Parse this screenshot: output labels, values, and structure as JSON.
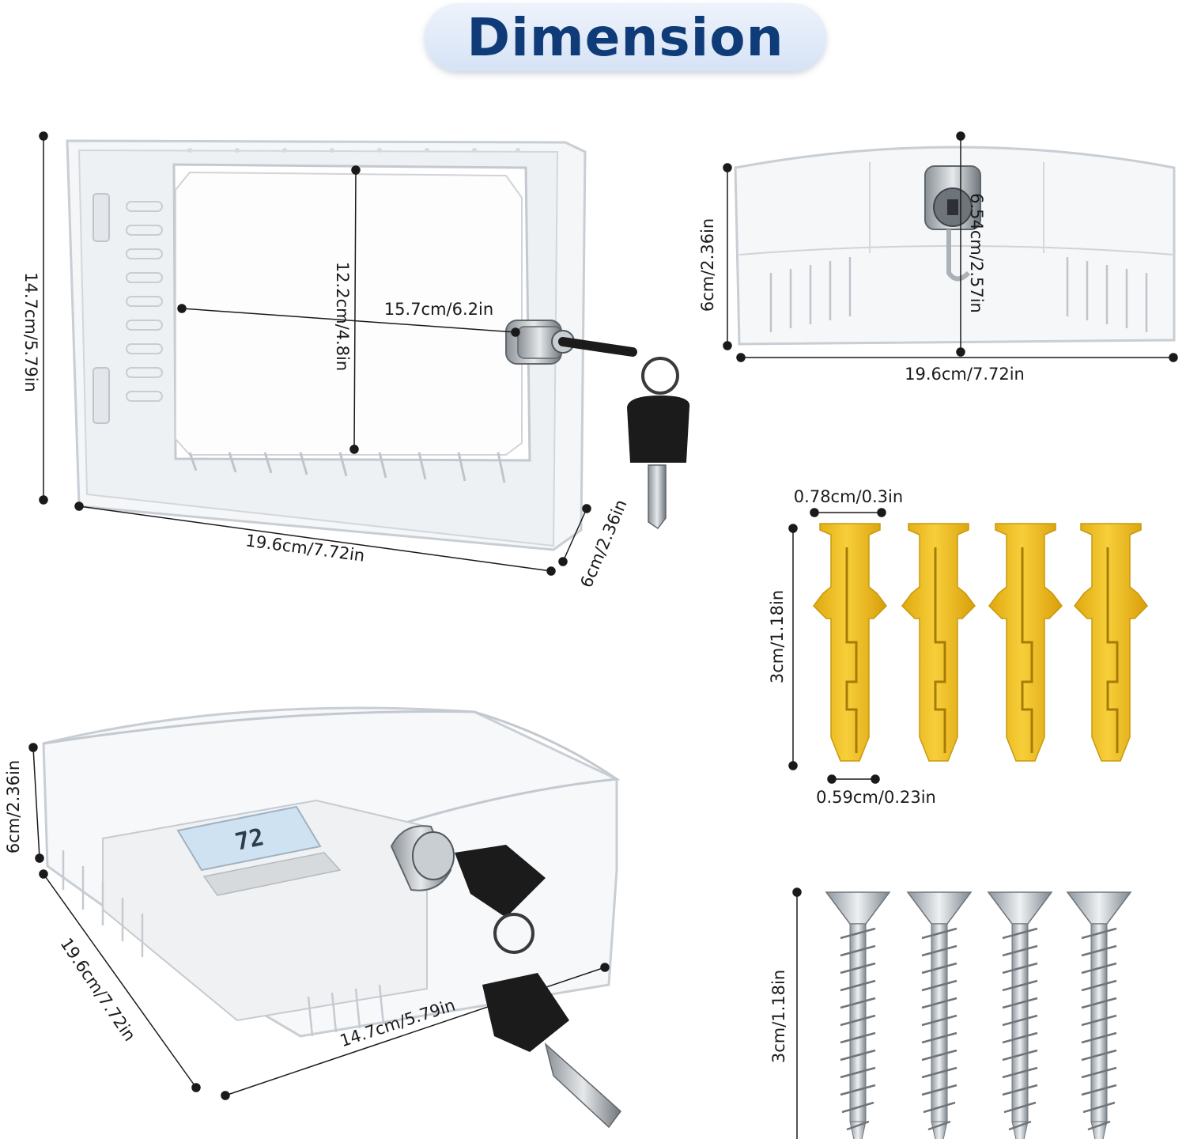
{
  "title": "Dimension",
  "colors": {
    "title_text": "#0f3c78",
    "plastic": "#dfe5ec",
    "anchor": "#f3c21b",
    "screw": "#b9c0c6",
    "key": "#1b1b1b"
  },
  "labels": {
    "front_height": "14.7cm/5.79in",
    "front_inner_height": "12.2cm/4.8in",
    "front_inner_width": "15.7cm/6.2in",
    "front_width": "19.6cm/7.72in",
    "front_depth": "6cm/2.36in",
    "top_depth": "6cm/2.36in",
    "top_lock": "6.54cm/2.57in",
    "top_width": "19.6cm/7.72in",
    "anchor_head": "0.78cm/0.3in",
    "anchor_length": "3cm/1.18in",
    "anchor_tip": "0.59cm/0.23in",
    "iso_height": "6cm/2.36in",
    "iso_width": "19.6cm/7.72in",
    "iso_depth": "14.7cm/5.79in",
    "screw_length": "3cm/1.18in"
  },
  "thermostat": {
    "display": "72"
  },
  "counts": {
    "anchors": 4,
    "screws": 4
  }
}
